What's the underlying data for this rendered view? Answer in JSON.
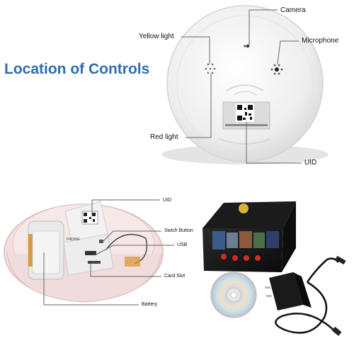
{
  "headline": "Location of Controls",
  "top_labels": {
    "camera": "Camera",
    "yellow_light": "Yellow light",
    "microphone": "Microphone",
    "red_light": "Red light",
    "uid": "UID"
  },
  "bottom_labels": {
    "uid": "UID",
    "switch_button": "Swich Button",
    "usb": "USB",
    "card_slot": "Card Slot",
    "battery": "Battery"
  },
  "device_marking": "P4D/NG",
  "colors": {
    "headline": "#2f6db3",
    "device_white": "#f2f2f2",
    "base_pink": "#f4dede",
    "box_black": "#151515",
    "led_red": "#d42a2a",
    "battery_orange": "#d99a3b"
  }
}
